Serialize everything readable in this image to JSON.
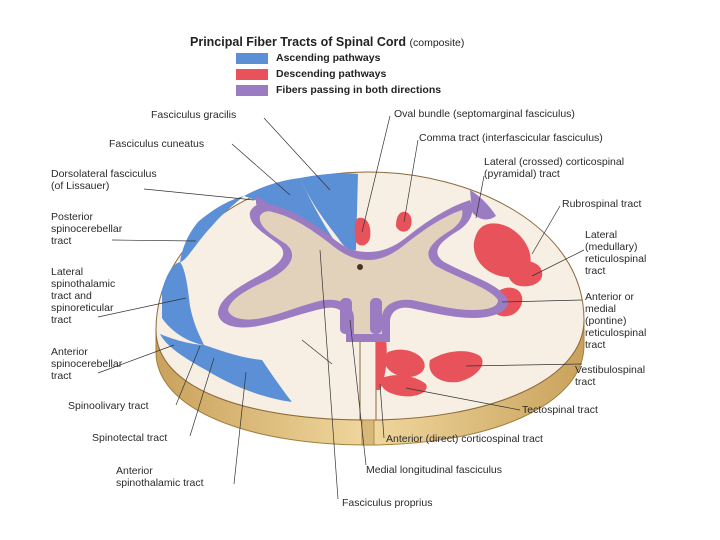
{
  "title": {
    "main": "Principal Fiber Tracts of Spinal Cord",
    "sub": "(composite)"
  },
  "legend": [
    {
      "label": "Ascending pathways",
      "color": "#5b8fd6"
    },
    {
      "label": "Descending pathways",
      "color": "#e8525a"
    },
    {
      "label": "Fibers passing in both directions",
      "color": "#9b7cc2"
    }
  ],
  "labels": {
    "fasciculus_gracilis": "Fasciculus gracilis",
    "fasciculus_cuneatus": "Fasciculus cuneatus",
    "dorsolateral_1": "Dorsolateral fasciculus",
    "dorsolateral_2": "(of Lissauer)",
    "post_spinocerebellar_1": "Posterior",
    "post_spinocerebellar_2": "spinocerebellar",
    "post_spinocerebellar_3": "tract",
    "lat_spinothalamic_1": "Lateral",
    "lat_spinothalamic_2": "spinothalamic",
    "lat_spinothalamic_3": "tract and",
    "lat_spinothalamic_4": "spinoreticular",
    "lat_spinothalamic_5": "tract",
    "ant_spinocerebellar_1": "Anterior",
    "ant_spinocerebellar_2": "spinocerebellar",
    "ant_spinocerebellar_3": "tract",
    "spinoolivary": "Spinoolivary tract",
    "spinotectal": "Spinotectal tract",
    "ant_spinothalamic_1": "Anterior",
    "ant_spinothalamic_2": "spinothalamic tract",
    "oval_bundle": "Oval bundle (septomarginal fasciculus)",
    "comma_tract": "Comma tract (interfascicular fasciculus)",
    "lat_corticospinal_1": "Lateral (crossed) corticospinal",
    "lat_corticospinal_2": "(pyramidal) tract",
    "rubrospinal": "Rubrospinal tract",
    "lat_reticulospinal_1": "Lateral",
    "lat_reticulospinal_2": "(medullary)",
    "lat_reticulospinal_3": "reticulospinal",
    "lat_reticulospinal_4": "tract",
    "ant_reticulospinal_1": "Anterior or",
    "ant_reticulospinal_2": "medial",
    "ant_reticulospinal_3": "(pontine)",
    "ant_reticulospinal_4": "reticulospinal",
    "ant_reticulospinal_5": "tract",
    "vestibulospinal_1": "Vestibulospinal",
    "vestibulospinal_2": "tract",
    "tectospinal": "Tectospinal tract",
    "ant_corticospinal": "Anterior (direct) corticospinal tract",
    "mlf": "Medial longitudinal fasciculus",
    "fasciculus_proprius": "Fasciculus proprius"
  }
}
